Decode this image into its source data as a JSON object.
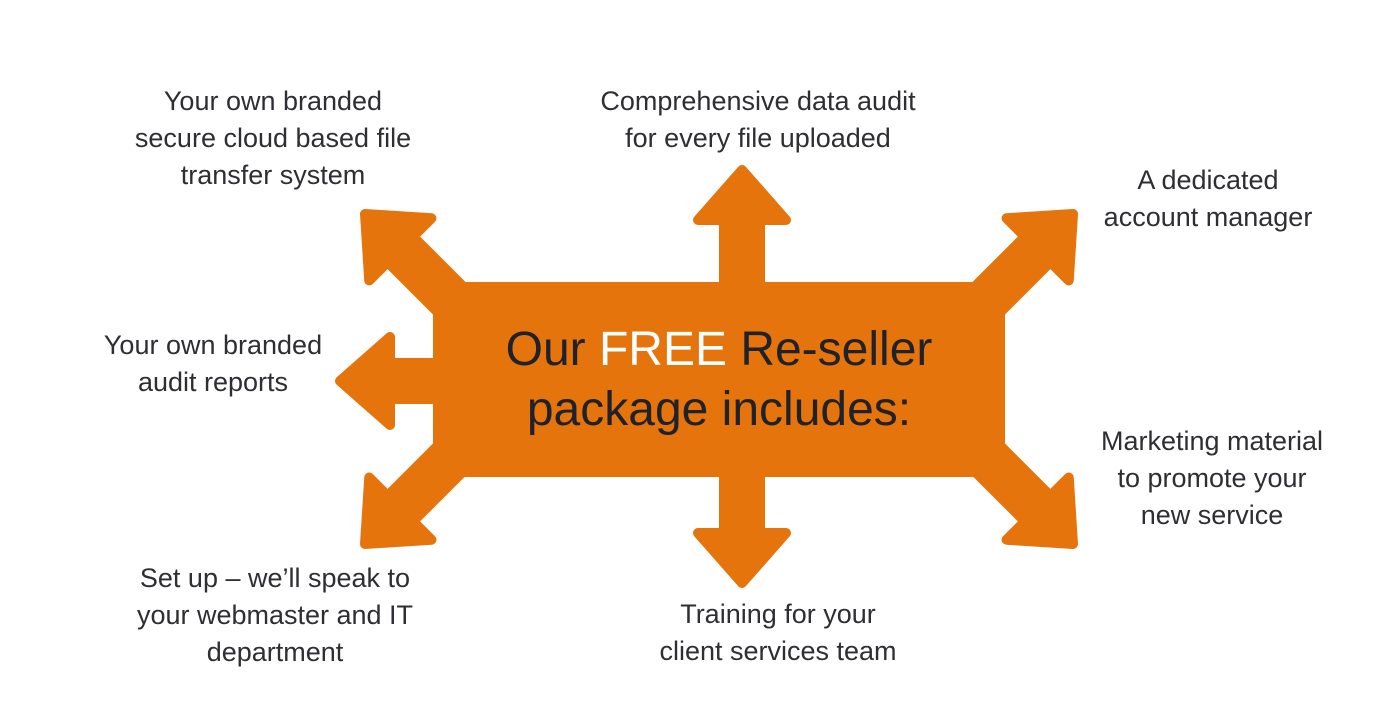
{
  "colors": {
    "background": "#FFFFFF",
    "accent": "#E6740D",
    "label_text": "#2E2E33",
    "title_text": "#20222B",
    "title_highlight": "#FFFFFF"
  },
  "center": {
    "line1_pre": "Our ",
    "line1_highlight": "FREE",
    "line1_post": " Re-seller",
    "line2": "package includes:"
  },
  "labels": [
    {
      "id": "top-left",
      "lines": [
        "Your own branded",
        "secure cloud based file",
        "transfer system"
      ]
    },
    {
      "id": "top-center",
      "lines": [
        "Comprehensive data audit",
        "for every file uploaded"
      ]
    },
    {
      "id": "top-right",
      "lines": [
        "A dedicated",
        "account manager"
      ]
    },
    {
      "id": "middle-left",
      "lines": [
        "Your own branded",
        "audit reports"
      ]
    },
    {
      "id": "middle-right",
      "lines": [
        "Marketing material",
        "to promote your",
        "new service"
      ]
    },
    {
      "id": "bottom-left",
      "lines": [
        "Set up – we’ll speak to",
        "your webmaster and IT",
        "department"
      ]
    },
    {
      "id": "bottom-center",
      "lines": [
        "Training for your",
        "client services team"
      ]
    }
  ],
  "arrows": [
    "up-left",
    "up",
    "up-right",
    "left",
    "down-left",
    "down",
    "down-right"
  ]
}
